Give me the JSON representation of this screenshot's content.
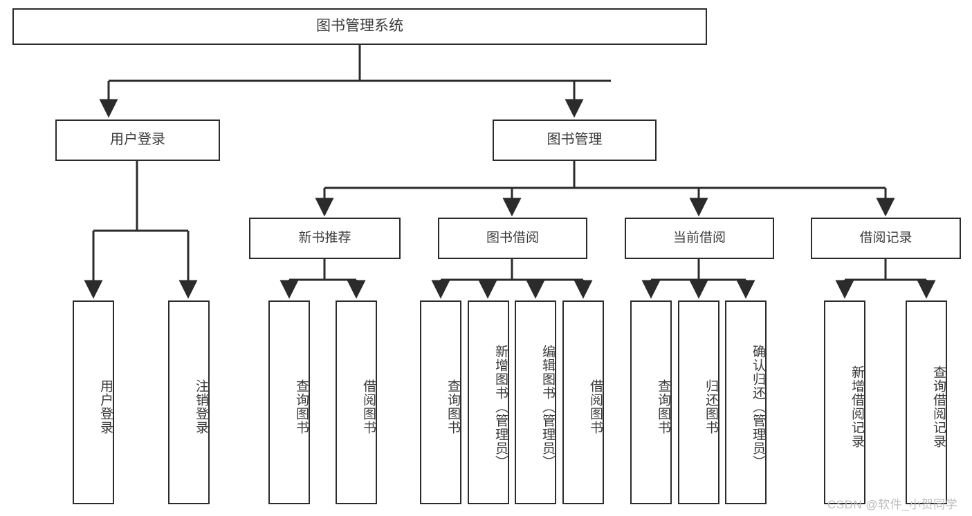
{
  "diagram": {
    "type": "hierarchy-tree",
    "title": "图书管理系统",
    "root": {
      "label": "图书管理系统"
    },
    "level1": [
      {
        "label": "用户登录"
      },
      {
        "label": "图书管理"
      }
    ],
    "level2": [
      {
        "label": "新书推荐"
      },
      {
        "label": "图书借阅"
      },
      {
        "label": "当前借阅"
      },
      {
        "label": "借阅记录"
      }
    ],
    "leaves": {
      "user_login": [
        {
          "label": "用户登录"
        },
        {
          "label": "注销登录"
        }
      ],
      "new_book_recommend": [
        {
          "label": "查询图书"
        },
        {
          "label": "借阅图书"
        }
      ],
      "book_borrow": [
        {
          "label": "查询图书"
        },
        {
          "label": "新增图书（管理员）"
        },
        {
          "label": "编辑图书（管理员）"
        },
        {
          "label": "借阅图书"
        }
      ],
      "current_borrow": [
        {
          "label": "查询图书"
        },
        {
          "label": "归还图书"
        },
        {
          "label": "确认归还（管理员）"
        }
      ],
      "borrow_record": [
        {
          "label": "新增借阅记录"
        },
        {
          "label": "查询借阅记录"
        }
      ]
    }
  },
  "watermark": {
    "text": "CSDN @软件_小贺同学"
  },
  "colors": {
    "stroke": "#2b2b2b",
    "text": "#3a3a3a",
    "background": "#ffffff",
    "watermark": "#bdbdbd"
  }
}
